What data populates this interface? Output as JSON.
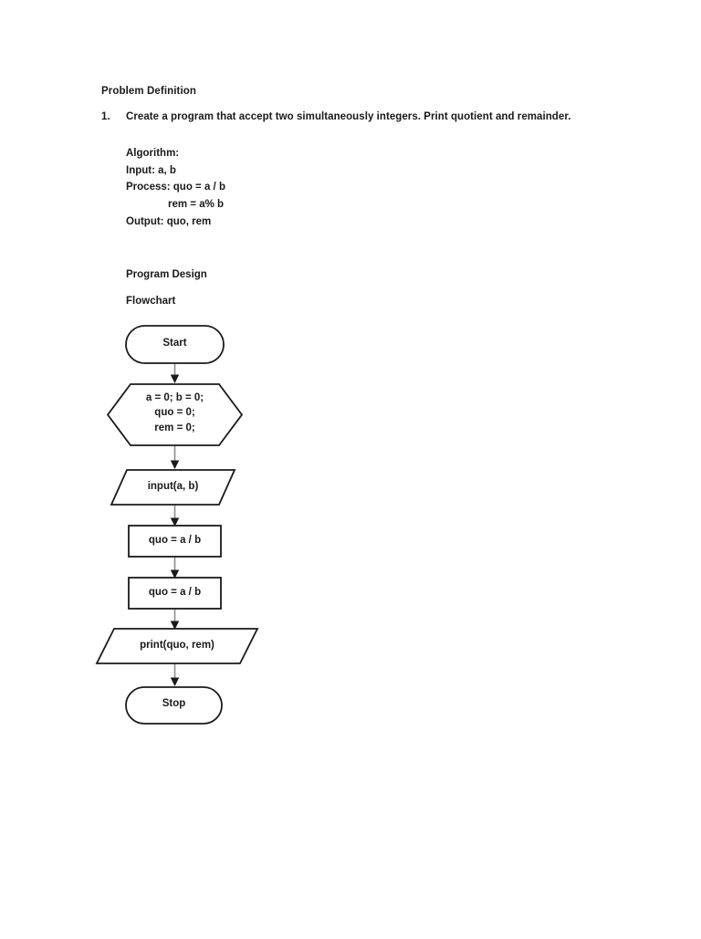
{
  "document": {
    "heading": "Problem Definition",
    "item": {
      "number": "1.",
      "text": "Create a program that accept two simultaneously integers. Print quotient and remainder."
    },
    "algorithm": {
      "title": "Algorithm:",
      "input": "Input: a, b",
      "process": "Process: quo = a / b",
      "process_cont": "rem = a% b",
      "output": "Output: quo, rem"
    },
    "program_design_title": "Program Design",
    "flowchart_title": "Flowchart"
  },
  "flowchart": {
    "nodes": [
      {
        "id": "start",
        "shape": "terminator",
        "label": "Start"
      },
      {
        "id": "init",
        "shape": "hexagon",
        "label": "a = 0; b = 0;\nquo = 0;\nrem = 0;"
      },
      {
        "id": "input",
        "shape": "parallelogram",
        "label": "input(a, b)"
      },
      {
        "id": "proc1",
        "shape": "process",
        "label": "quo = a / b"
      },
      {
        "id": "proc2",
        "shape": "process",
        "label": "quo = a / b"
      },
      {
        "id": "print",
        "shape": "parallelogram",
        "label": "print(quo, rem)"
      },
      {
        "id": "stop",
        "shape": "terminator",
        "label": "Stop"
      }
    ],
    "edges": [
      {
        "from": "start",
        "to": "init"
      },
      {
        "from": "init",
        "to": "input"
      },
      {
        "from": "input",
        "to": "proc1"
      },
      {
        "from": "proc1",
        "to": "proc2"
      },
      {
        "from": "proc2",
        "to": "print"
      },
      {
        "from": "print",
        "to": "stop"
      }
    ],
    "colors": {
      "shape_stroke": "#1a1a1a",
      "shape_fill": "#ffffff",
      "connector": "#808080",
      "arrowhead": "#1a1a1a",
      "text": "#1a1a1a"
    }
  }
}
